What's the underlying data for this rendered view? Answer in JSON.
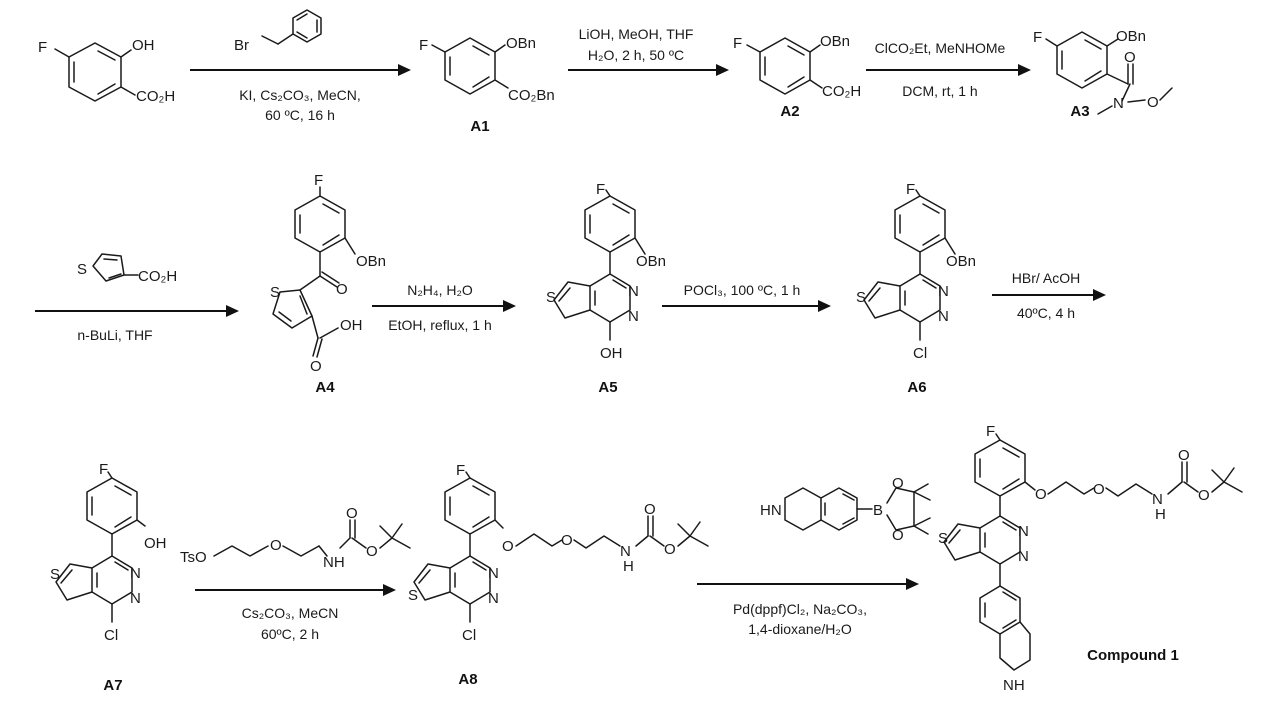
{
  "atoms": {
    "F": "F",
    "OH": "OH",
    "CO2H": "CO₂H",
    "OBn": "OBn",
    "CO2Bn": "CO₂Bn",
    "O": "O",
    "N": "N",
    "S": "S",
    "Cl": "Cl",
    "H": "H",
    "Br": "Br",
    "HN": "HN",
    "NH": "NH",
    "B": "B",
    "TsO": "TsO"
  },
  "steps": {
    "s1": {
      "line1": "KI, Cs₂CO₃, MeCN,",
      "line2": "60 ºC, 16 h"
    },
    "s2": {
      "line1": "LiOH, MeOH, THF",
      "line2": "H₂O, 2 h, 50 ºC"
    },
    "s3": {
      "line1": "ClCO₂Et, MeNHOMe",
      "line2": "DCM, rt, 1 h"
    },
    "s4": {
      "line1": "n-BuLi, THF"
    },
    "s5": {
      "line1": "N₂H₄, H₂O",
      "line2": "EtOH, reflux, 1 h"
    },
    "s6": {
      "line1": "POCl₃, 100 ºC, 1 h"
    },
    "s7": {
      "line1": "HBr/ AcOH",
      "line2": "40ºC,  4 h"
    },
    "s8": {
      "line1": "Cs₂CO₃, MeCN",
      "line2": "60ºC, 2 h"
    },
    "s9": {
      "line1": "Pd(dppf)Cl₂, Na₂CO₃,",
      "line2": "1,4-dioxane/H₂O"
    }
  },
  "compounds": {
    "A1": "A1",
    "A2": "A2",
    "A3": "A3",
    "A4": "A4",
    "A5": "A5",
    "A6": "A6",
    "A7": "A7",
    "A8": "A8",
    "final": "Compound 1"
  }
}
